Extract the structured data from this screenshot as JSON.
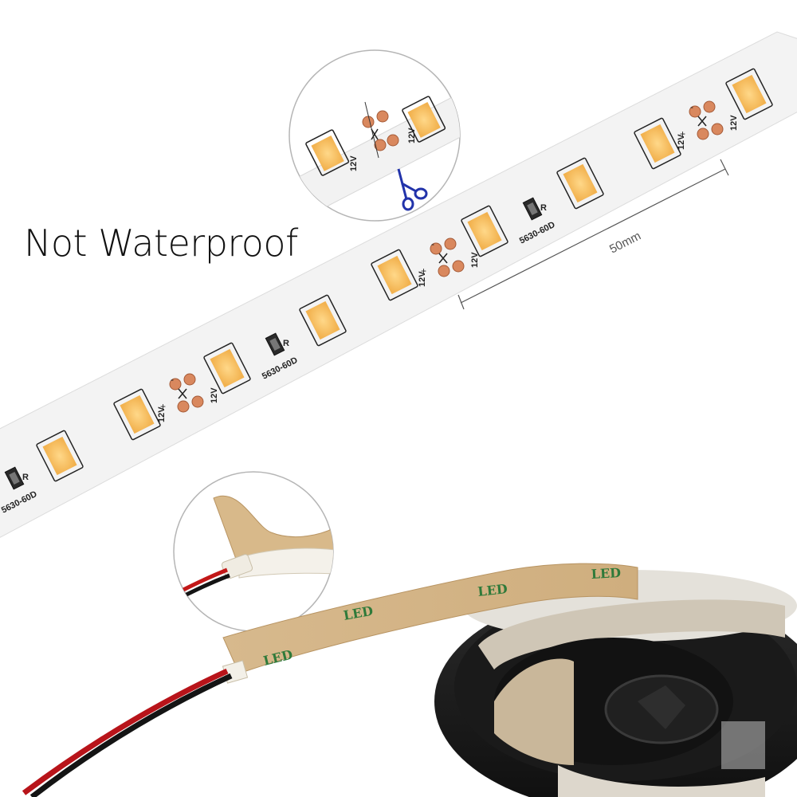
{
  "headline": "Not Waterproof",
  "dimension_label": "50mm",
  "strip": {
    "chip_label": "5630-60D",
    "voltage_label": "12V",
    "resistor_label": "R",
    "plus_sign": "+",
    "minus_sign": "-"
  },
  "reel_brand": "LED",
  "colors": {
    "strip_pcb": "#f4f4f4",
    "led_chip": "#f7c26a",
    "copper_pad": "#d9885e",
    "reel": "#1c1c1c",
    "tape_backing": "#d8b98a",
    "scissors": "#2233aa"
  }
}
